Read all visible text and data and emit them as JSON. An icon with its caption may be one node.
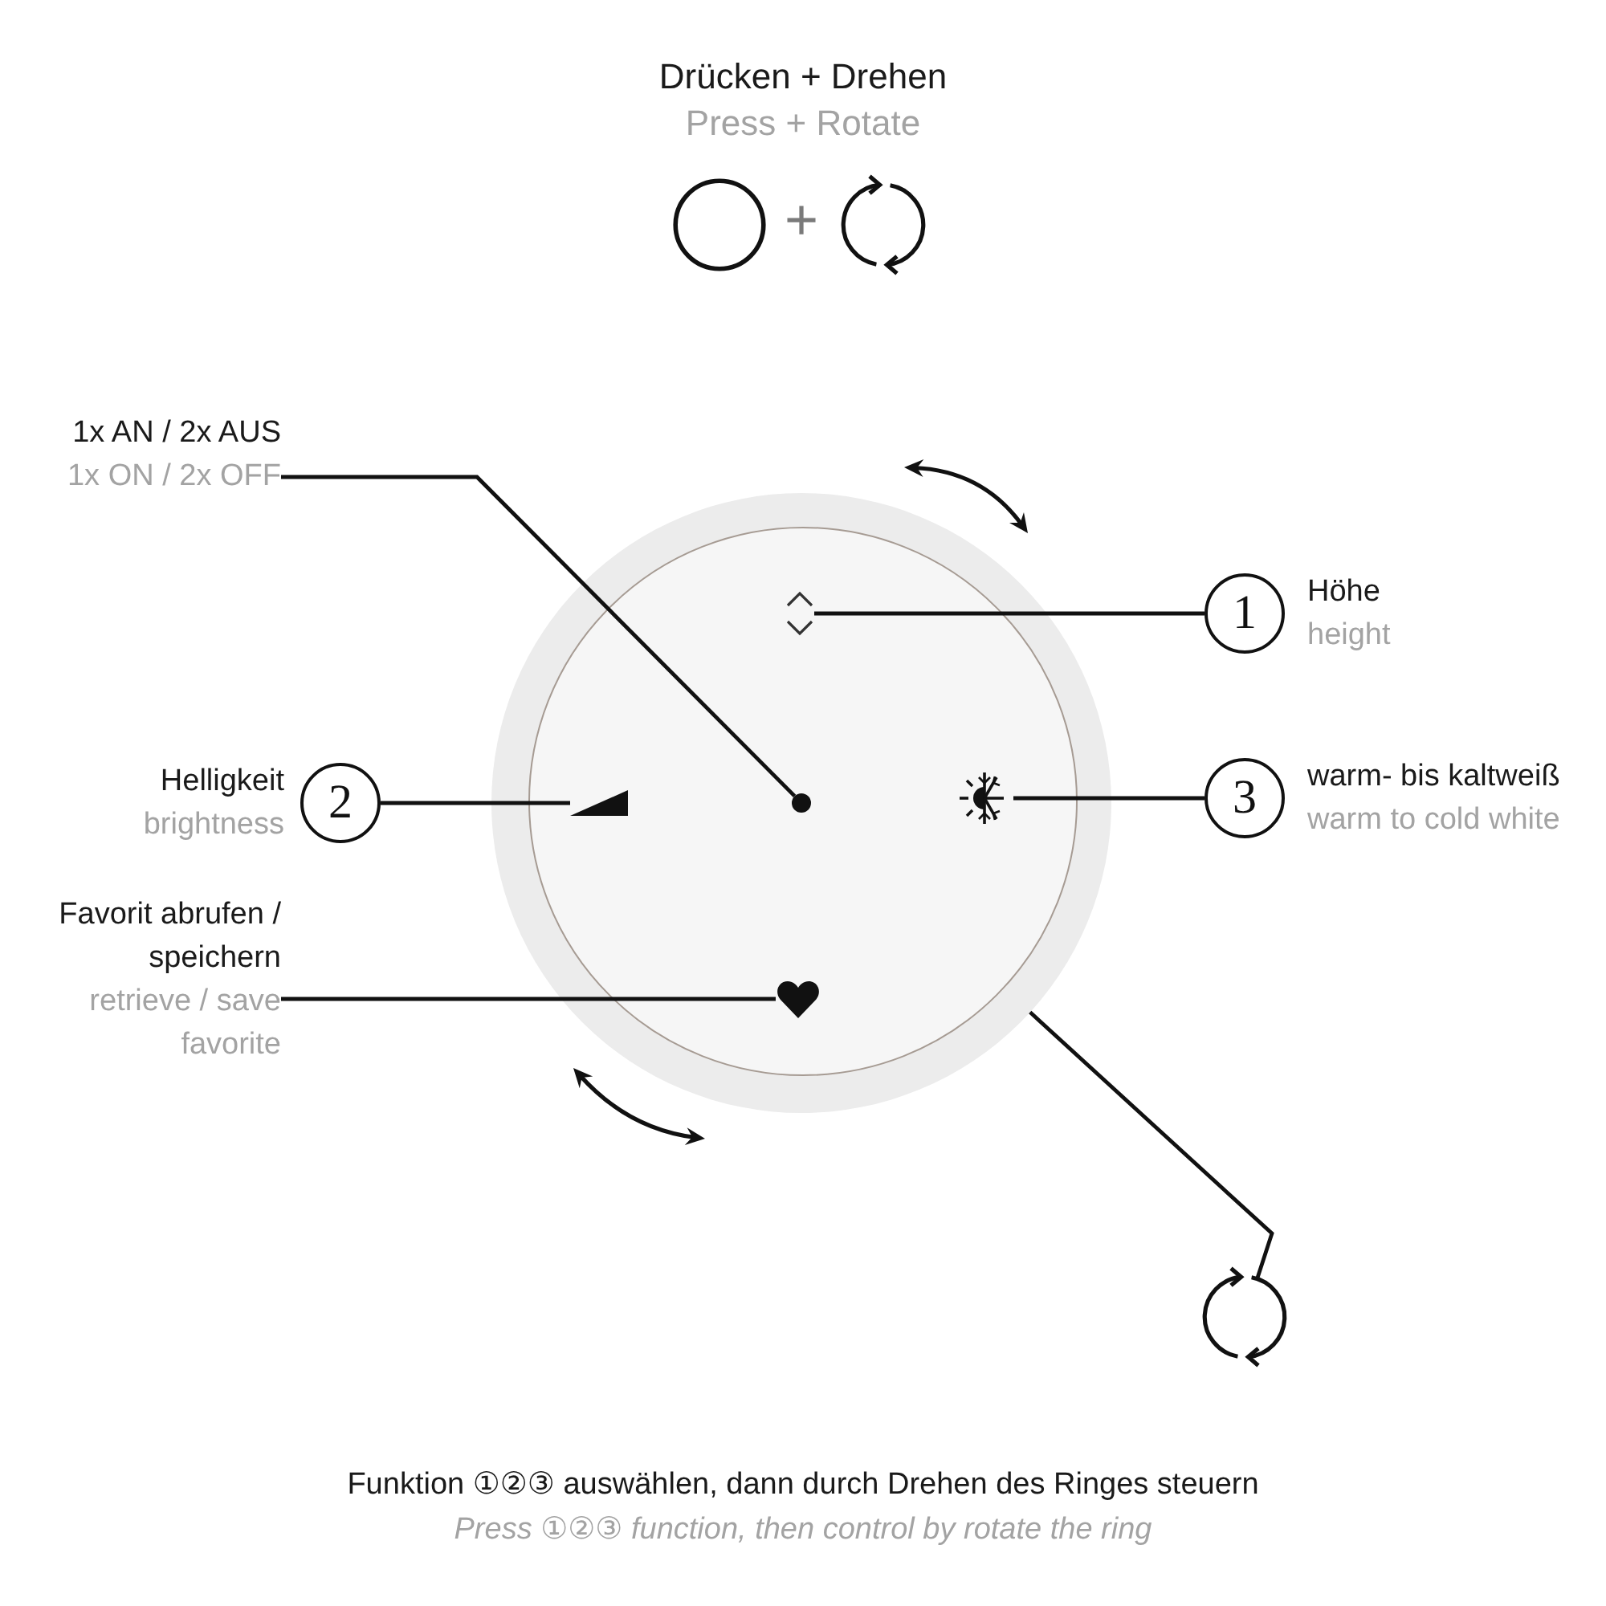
{
  "diagram": {
    "title": "Drücken + Drehen",
    "nodes": [
      {
        "text": [
          "1x AN / 2x AUS",
          "1x ON / 2x OFF"
        ]
      },
      {
        "text": [],
        "shape": "circle"
      },
      {
        "text": [],
        "shape": "chevron",
        "in": 1
      },
      {
        "text": [
          "1"
        ],
        "beside": [
          "Höhe",
          "height"
        ]
      },
      {
        "text": [
          "2"
        ],
        "beside": [
          "Helligkeit",
          "brightness"
        ]
      },
      {
        "text": [],
        "shape": "triangle",
        "in": 1
      },
      {
        "text": [],
        "shape": "circle",
        "in": 1
      },
      {
        "text": [],
        "shape": "picture",
        "in": 1
      },
      {
        "text": [
          "3"
        ],
        "beside": [
          "warm- bis kaltweiß",
          "warm to cold white"
        ]
      },
      {
        "text": [
          "Favorit abrufen / speichern",
          "retrieve / save favorite"
        ]
      },
      {
        "text": [],
        "shape": "heart",
        "in": 1
      },
      {
        "text": [],
        "shape": "picture"
      }
    ],
    "edges": [
      {
        "from": 0,
        "to": 6,
        "arrow": "none"
      },
      {
        "from": 3,
        "to": 2,
        "arrow": "none"
      },
      {
        "from": 4,
        "to": 5,
        "arrow": "none"
      },
      {
        "from": 8,
        "to": 7,
        "arrow": "none"
      },
      {
        "from": 9,
        "to": 10,
        "arrow": "none"
      },
      {
        "from": 11,
        "to": 1,
        "arrow": "none"
      }
    ],
    "labels": [
      "Press + Rotate",
      "+",
      "Funktion ①②③ auswählen, dann durch Drehen des Ringes steuern",
      "Press ①②③ function, then control by rotate the ring"
    ]
  }
}
